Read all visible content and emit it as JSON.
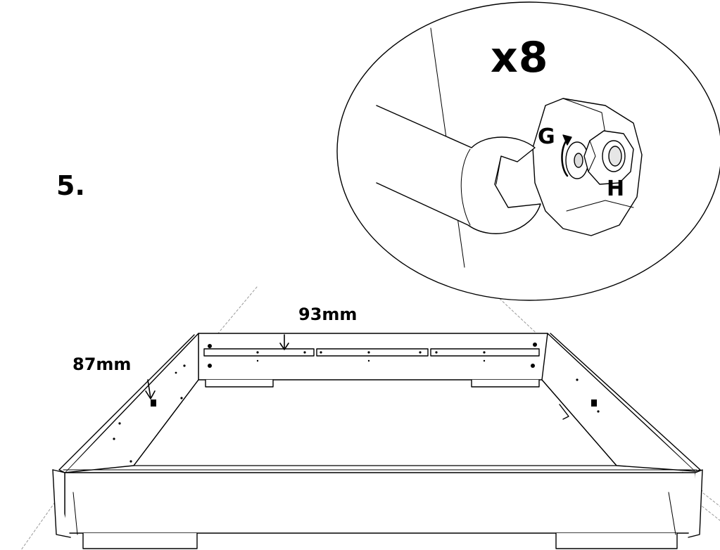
{
  "step": {
    "number": "5."
  },
  "callout": {
    "quantity": "x8",
    "part_g": "G",
    "part_h": "H"
  },
  "dimensions": {
    "back_hole_offset": "93mm",
    "side_hole_offset": "87mm"
  }
}
